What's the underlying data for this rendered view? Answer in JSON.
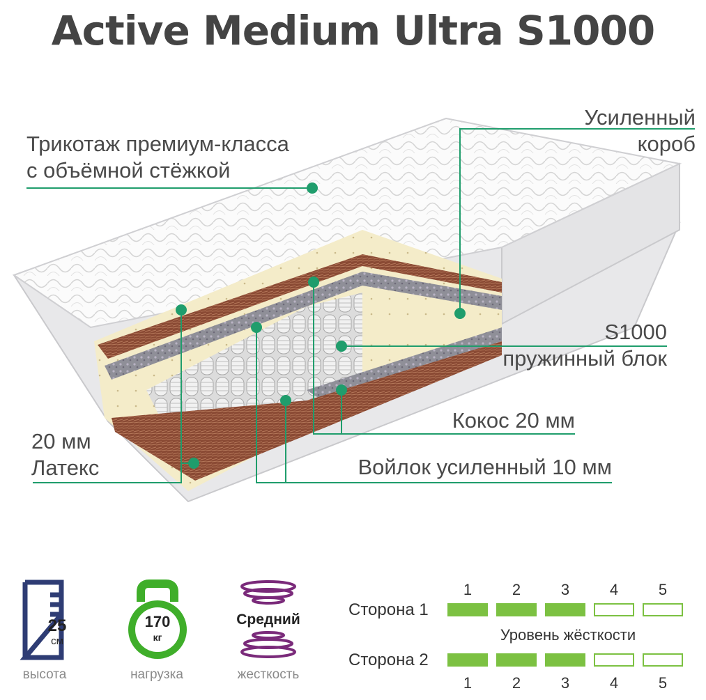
{
  "title": "Active Medium Ultra S1000",
  "colors": {
    "brand_green": "#3fae2a",
    "marker_green": "#1f9d6c",
    "navy": "#2e3c74",
    "purple": "#7a2a7a",
    "level_green": "#7cc142"
  },
  "callouts": {
    "knit": [
      "Трикотаж премиум-класса",
      "с объёмной стёжкой"
    ],
    "frame": [
      "Усиленный",
      "короб"
    ],
    "springs": [
      "S1000",
      "пружинный блок"
    ],
    "coconut": "Кокос 20 мм",
    "latex": [
      "20 мм",
      "Латекс"
    ],
    "felt": "Войлок усиленный 10 мм"
  },
  "specs": {
    "height": {
      "value": "25",
      "unit": "см",
      "caption": "высота",
      "icon": "ruler-icon"
    },
    "load": {
      "value": "170",
      "unit": "кг",
      "caption": "нагрузка",
      "icon": "kettlebell-icon"
    },
    "firmness": {
      "value": "Средний",
      "caption": "жесткость",
      "icon": "spring-icon"
    }
  },
  "stiffness": {
    "caption": "Уровень жёсткости",
    "scale": [
      "1",
      "2",
      "3",
      "4",
      "5"
    ],
    "sides": [
      {
        "label": "Сторона 1",
        "level": 3
      },
      {
        "label": "Сторона 2",
        "level": 3
      }
    ]
  }
}
